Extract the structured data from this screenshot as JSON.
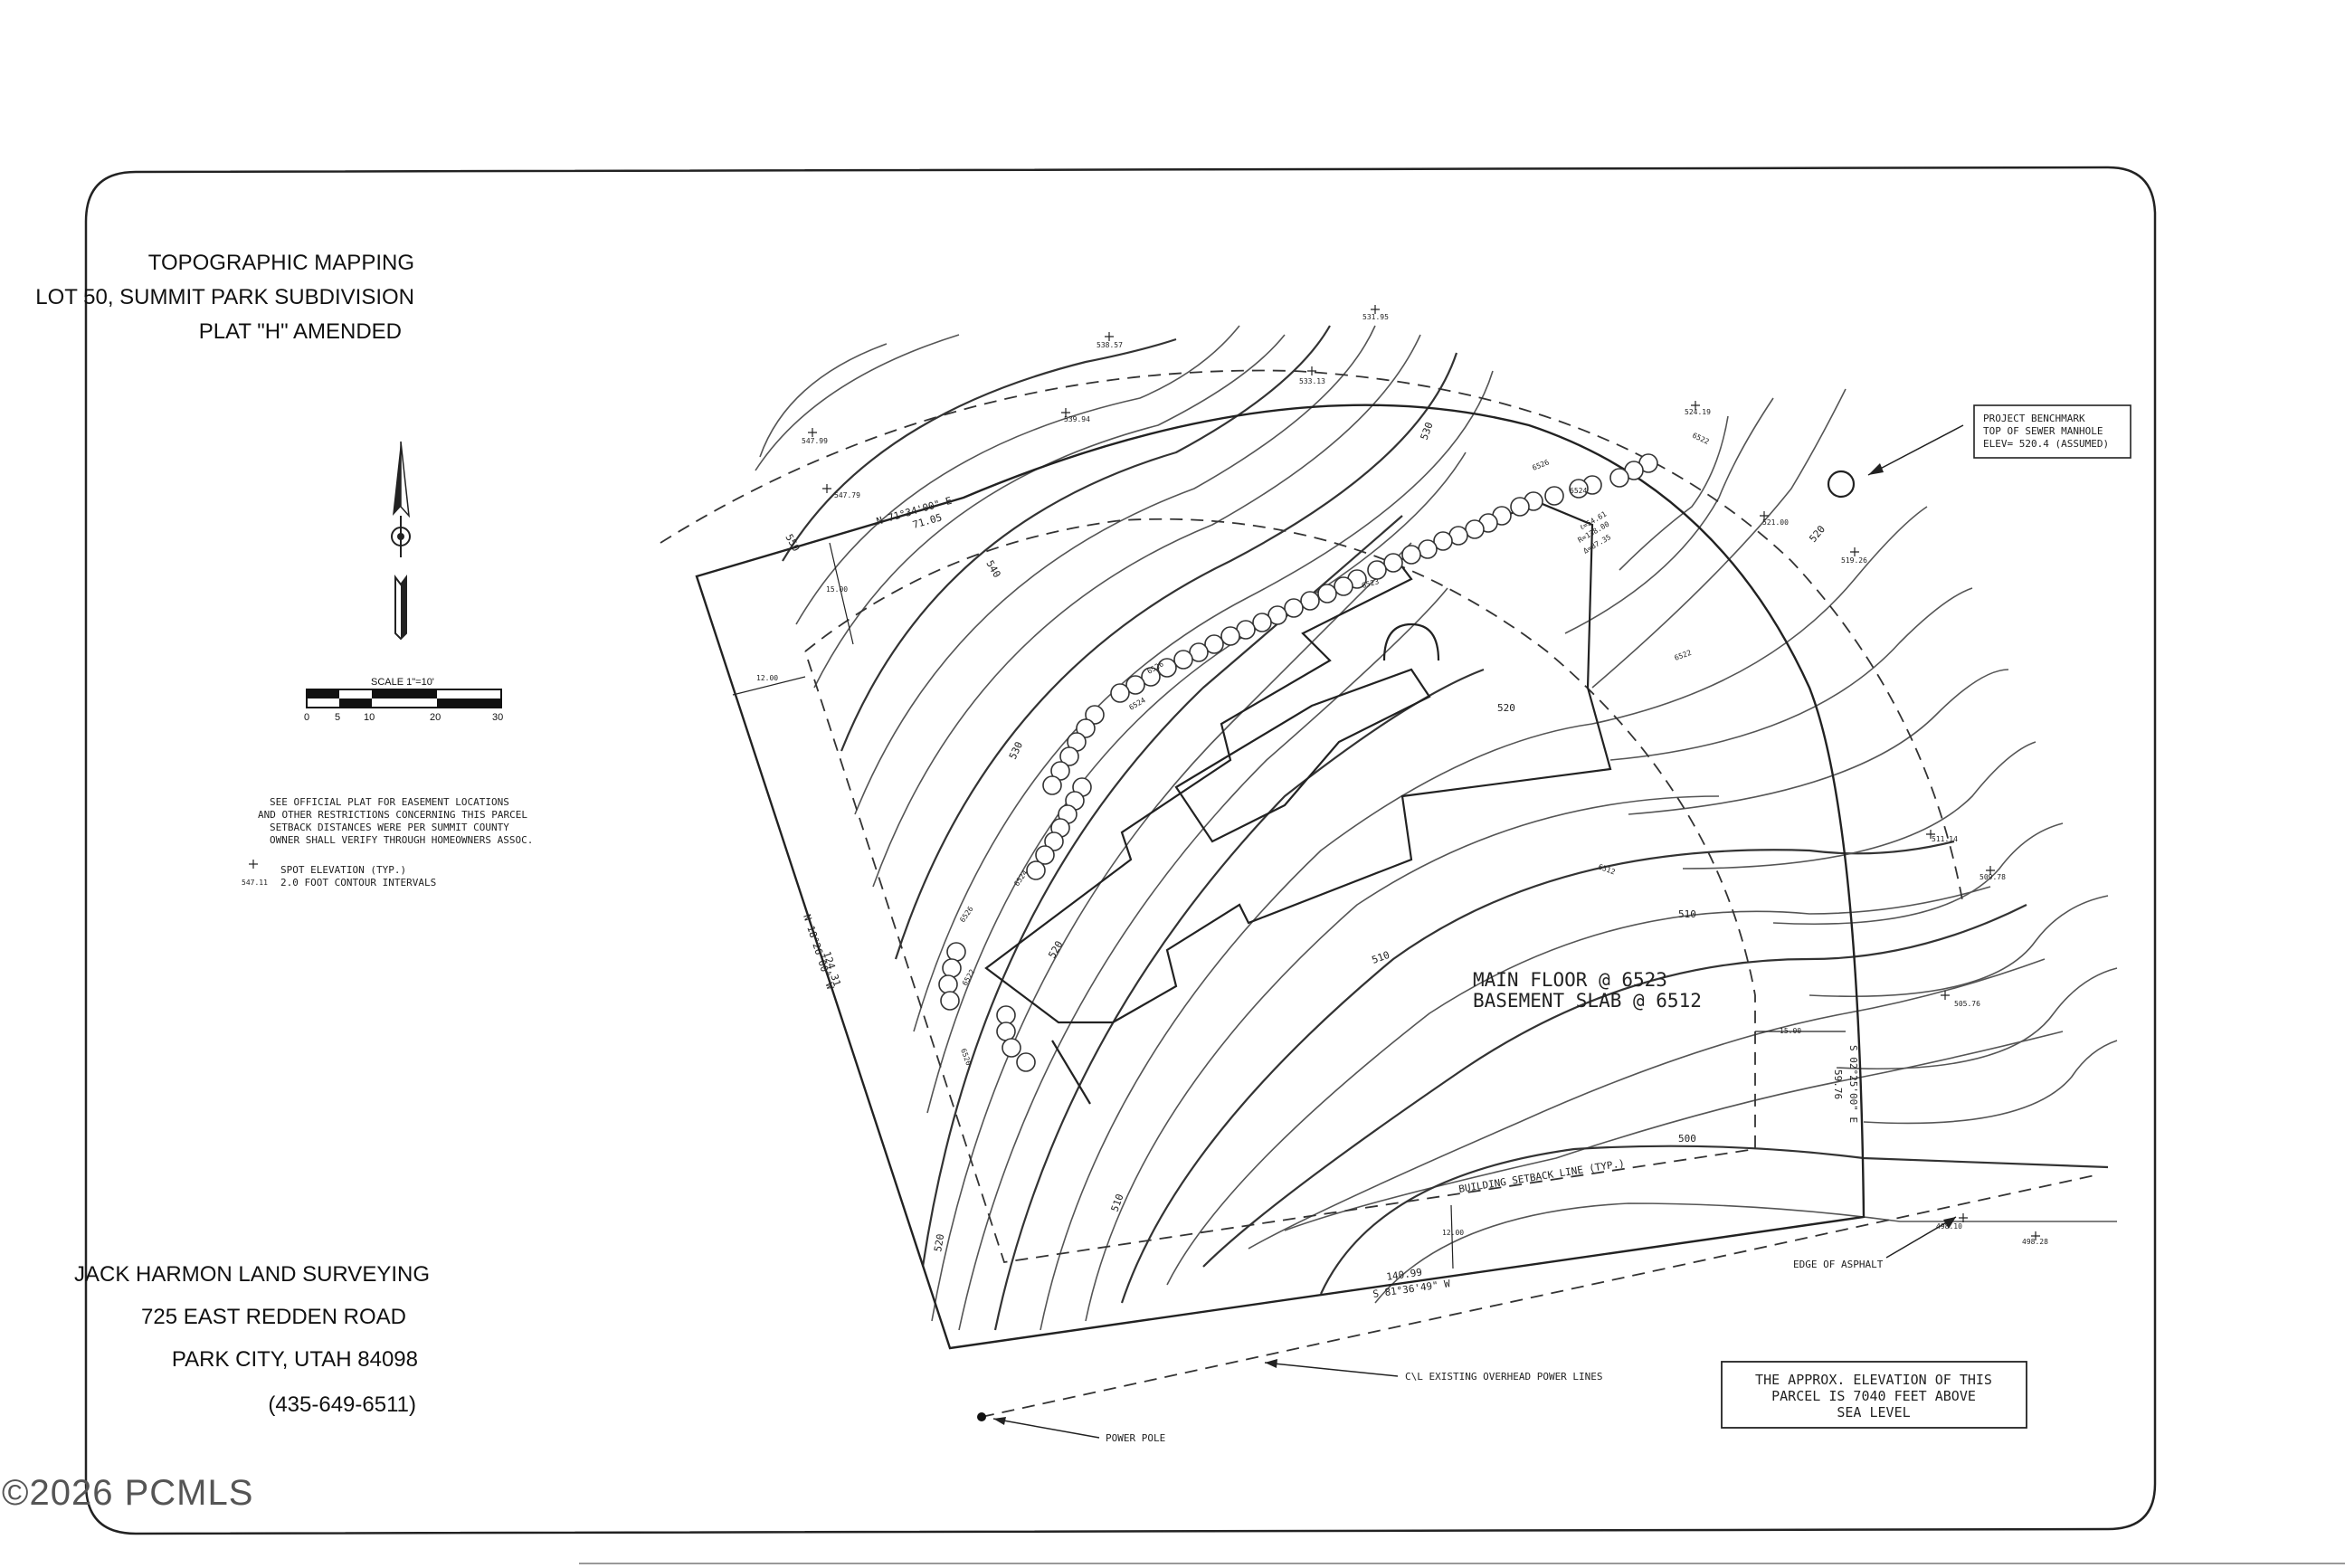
{
  "title": {
    "line1": "TOPOGRAPHIC MAPPING",
    "line2": "LOT 50, SUMMIT PARK SUBDIVISION",
    "line3": "PLAT \"H\" AMENDED"
  },
  "scale": {
    "label": "SCALE 1\"=10'",
    "ticks": [
      "0",
      "5",
      "10",
      "20",
      "30"
    ]
  },
  "notes": {
    "line1": "SEE OFFICIAL PLAT FOR EASEMENT LOCATIONS",
    "line2": "AND OTHER RESTRICTIONS CONCERNING THIS PARCEL",
    "line3": "SETBACK DISTANCES WERE PER SUMMIT COUNTY",
    "line4": "OWNER SHALL VERIFY THROUGH HOMEOWNERS ASSOC."
  },
  "legend": {
    "spot_value": "547.11",
    "spot_label": "SPOT ELEVATION (TYP.)",
    "contour_label": "2.0 FOOT CONTOUR INTERVALS"
  },
  "surveyor": {
    "name": "JACK HARMON LAND SURVEYING",
    "address": "725 EAST REDDEN ROAD",
    "city": "PARK CITY, UTAH 84098",
    "phone": "(435-649-6511)"
  },
  "benchmark": {
    "line1": "PROJECT BENCHMARK",
    "line2": "TOP OF SEWER MANHOLE",
    "line3": "ELEV= 520.4 (ASSUMED)"
  },
  "elevation_note": {
    "line1": "THE APPROX. ELEVATION OF THIS",
    "line2": "PARCEL IS 7040 FEET ABOVE",
    "line3": "SEA LEVEL"
  },
  "floors": {
    "main": "MAIN FLOOR @ 6523",
    "basement": "BASEMENT SLAB @ 6512"
  },
  "callouts": {
    "setback": "BUILDING SETBACK LINE (TYP.)",
    "asphalt": "EDGE OF ASPHALT",
    "power_lines": "C\\L EXISTING OVERHEAD POWER LINES",
    "power_pole": "POWER POLE"
  },
  "bearings": {
    "north": "N 71°34'00\" E",
    "north_dist": "71.05",
    "south": "S 81°36'49\" W",
    "south_dist": "140.99",
    "west": "N 18°26'00\" W",
    "west_dist": "124.31",
    "east": "S 02°25'00\" E",
    "east_dist": "59.76",
    "curve1": "ℓ=54.61",
    "curve2": "R=138.00",
    "curve3": "Δ=87.35"
  },
  "dimensions": {
    "d15a": "15.00",
    "d12a": "12.00",
    "d15b": "15.00",
    "d12b": "12.00"
  },
  "contour_labels": {
    "c550": "550",
    "c540": "540",
    "c530a": "530",
    "c530b": "530",
    "c520a": "520",
    "c520b": "520",
    "c520c": "520",
    "c520d": "520",
    "c510a": "510",
    "c510b": "510",
    "c510c": "510",
    "c500": "500",
    "c6526a": "6526",
    "c6524a": "6524",
    "c6523": "6523",
    "c6526b": "6526",
    "c6524b": "6524",
    "c6522a": "6522",
    "c6522b": "6522",
    "c6526c": "6526",
    "c6524c": "6524",
    "c6522c": "6522",
    "c6520": "6520",
    "c6512": "6512"
  },
  "spots": {
    "s1": "547.99",
    "s2": "547.79",
    "s3": "538.57",
    "s4": "539.94",
    "s5": "531.95",
    "s6": "533.13",
    "s7": "524.19",
    "s8": "521.00",
    "s9": "519.26",
    "s10": "511.14",
    "s11": "509.78",
    "s12": "505.76",
    "s13": "498.10",
    "s14": "498.28"
  },
  "watermark": "©2026 PCMLS"
}
